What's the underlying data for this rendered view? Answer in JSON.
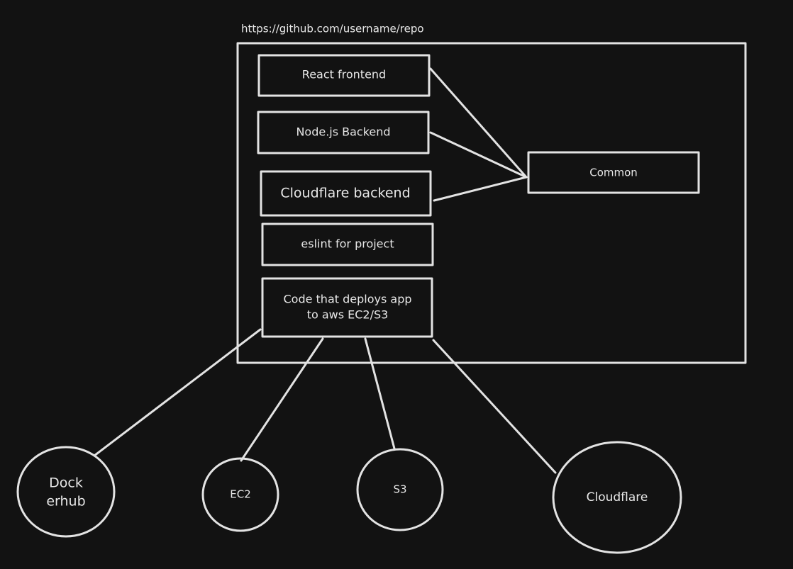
{
  "colors": {
    "background": "#121212",
    "stroke": "#e3e3e3",
    "text": "#e8e8e8"
  },
  "repo_url": "https://github.com/username/repo",
  "repo_items": {
    "react_frontend": "React frontend",
    "nodejs_backend": "Node.js Backend",
    "cloudflare_backend": "Cloudflare backend",
    "eslint": "eslint for project",
    "deploy_code_line1": "Code that deploys app",
    "deploy_code_line2": "to aws EC2/S3"
  },
  "common": "Common",
  "services": {
    "dockerhub_line1": "Dock",
    "dockerhub_line2": "erhub",
    "ec2": "EC2",
    "s3": "S3",
    "cloudflare": "Cloudflare"
  }
}
